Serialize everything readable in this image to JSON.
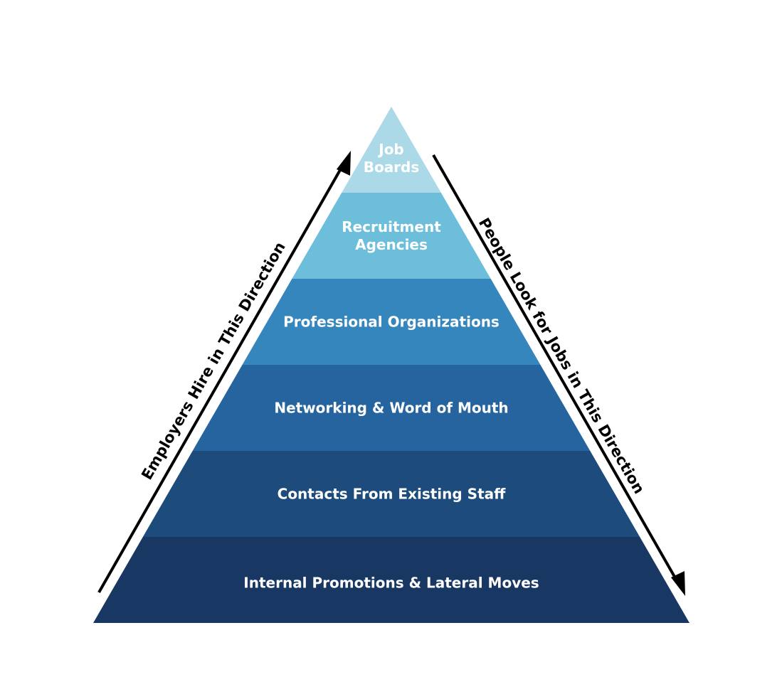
{
  "tiers": [
    {
      "label_lines": [
        "Job",
        "Boards"
      ],
      "color": "#ABD9E8"
    },
    {
      "label_lines": [
        "Recruitment",
        "Agencies"
      ],
      "color": "#6CBEDB"
    },
    {
      "label_lines": [
        "Professional Organizations"
      ],
      "color": "#3586BC"
    },
    {
      "label_lines": [
        "Networking & Word of Mouth"
      ],
      "color": "#25649E"
    },
    {
      "label_lines": [
        "Contacts From Existing Staff"
      ],
      "color": "#1D4B7B"
    },
    {
      "label_lines": [
        "Internal Promotions & Lateral Moves"
      ],
      "color": "#183863"
    }
  ],
  "arrows": {
    "employers": {
      "label": "Employers Hire in This Direction",
      "direction": "up"
    },
    "people": {
      "label": "People Look for Jobs in This Direction",
      "direction": "down"
    }
  },
  "colors": {
    "arrow": "#000000",
    "tier_text": "#ffffff"
  }
}
